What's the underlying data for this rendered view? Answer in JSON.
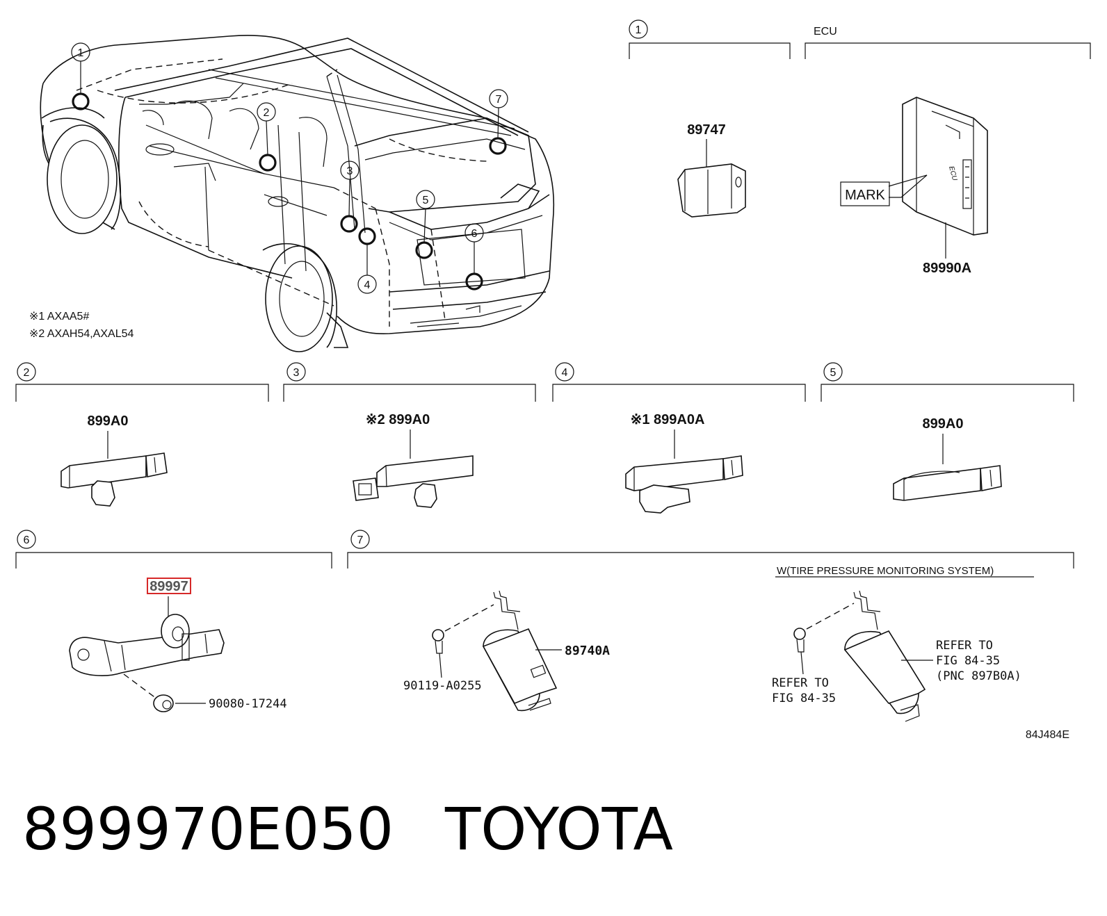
{
  "callouts": [
    "1",
    "2",
    "3",
    "4",
    "5",
    "6",
    "7"
  ],
  "ecu_header": "ECU",
  "notes": {
    "note1": "※1 AXAA5#",
    "note2": "※2 AXAH54,AXAL54"
  },
  "parts": {
    "p89747": "89747",
    "p89990A": "89990A",
    "mark": "MARK",
    "p2": "899A0",
    "p3": "※2 899A0",
    "p4": "※1 899A0A",
    "p5": "899A0",
    "p6": "89997",
    "bolt6": "90080-17244",
    "p7": "89740A",
    "bolt7": "90119-A0255"
  },
  "tpms": {
    "title": "W(TIRE PRESSURE MONITORING SYSTEM)",
    "refer_left_1": "REFER TO",
    "refer_left_2": "FIG 84-35",
    "refer_right_1": "REFER TO",
    "refer_right_2": "FIG 84-35",
    "refer_right_3": "(PNC 897B0A)"
  },
  "diagram_code": "84J484E",
  "footer": {
    "part_number": "899970E050",
    "brand": "TOYOTA"
  },
  "colors": {
    "highlight": "#d62828"
  }
}
